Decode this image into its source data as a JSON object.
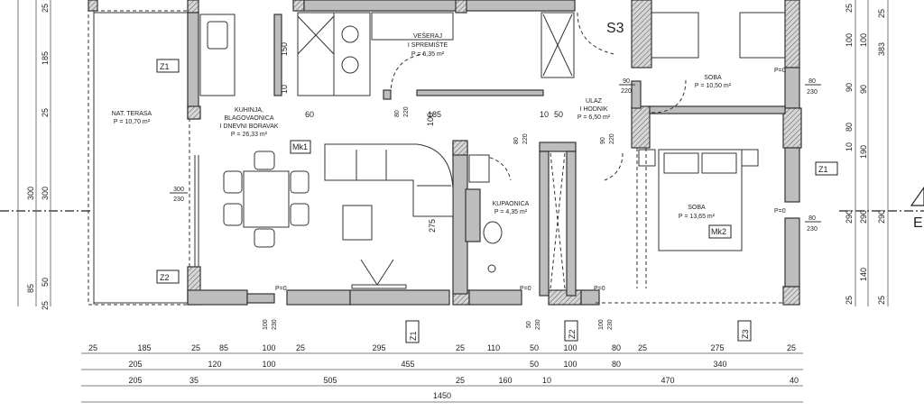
{
  "rooms": {
    "terrace": {
      "name": "NAT. TERASA",
      "area": "P = 10,70 m²"
    },
    "kitchen": {
      "line1": "KUHINJA,",
      "line2": "BLAGOVAONICA",
      "line3": "I DNEVNI BORAVAK",
      "area": "P = 26,33 m²",
      "tag": "Mk1"
    },
    "pantry": {
      "line1": "VEŠERAJ",
      "line2": "I SPREMIŠTE",
      "area": "P = 6,35 m²"
    },
    "hall": {
      "line1": "ULAZ",
      "line2": "I HODNIK",
      "area": "P = 6,50 m²"
    },
    "room1": {
      "name": "SOBA",
      "area": "P = 10,50 m²"
    },
    "room2": {
      "name": "SOBA",
      "area": "P = 13,65 m²",
      "tag": "Mk2"
    },
    "bath": {
      "name": "KUPAONICA",
      "area": "P = 4,35 m²"
    }
  },
  "section_tag": "S3",
  "labels": {
    "z1": "Z1",
    "z2": "Z2",
    "z3": "Z3",
    "p0": "P=0",
    "win_300_230": [
      "300",
      "230"
    ],
    "win_100_230": [
      "100",
      "230"
    ],
    "win_80_220": [
      "80",
      "220"
    ],
    "win_90_220": [
      "90",
      "220"
    ],
    "win_80_230": [
      "80",
      "230"
    ],
    "win_50_230": [
      "50",
      "230"
    ]
  },
  "inner_dims": {
    "d60": "60",
    "d185": "185",
    "d10": "10",
    "d50": "50",
    "d100": "100",
    "d150": "150",
    "d275": "275"
  },
  "bottom_dims": {
    "row1": [
      "25",
      "185",
      "25",
      "85",
      "100",
      "25",
      "295",
      "25",
      "110",
      "50",
      "100",
      "80",
      "25",
      "275",
      "25"
    ],
    "row2": [
      "205",
      "120",
      "100",
      "455",
      "50",
      "100",
      "80",
      "340"
    ],
    "row3": [
      "205",
      "35",
      "505",
      "25",
      "160",
      "10",
      "470",
      "40"
    ],
    "total": "1450"
  },
  "left_dims": [
    "25",
    "185",
    "25",
    "300",
    "85",
    "25",
    "50",
    "300"
  ],
  "right_dims_a": [
    "25",
    "100",
    "90",
    "80",
    "190",
    "10",
    "290",
    "140",
    "25"
  ],
  "right_dims_b": [
    "383",
    "290"
  ],
  "edge_marker": "E"
}
